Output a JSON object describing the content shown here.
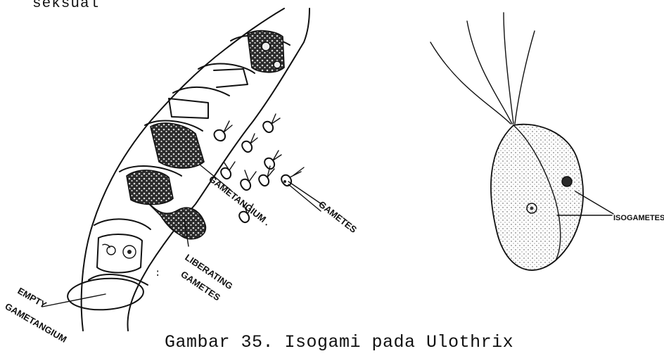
{
  "heading_fragment": "seksual",
  "caption": "Gambar 35. Isogami pada Ulothrix",
  "labels": {
    "gametes": "GAMETES",
    "gametangium": "GAMETANGIUM .",
    "liberating_1": "LIBERATING",
    "liberating_2": "GAMETES",
    "empty_1": "EMPTY",
    "empty_2": "GAMETANGIUM",
    "isogametes": "ISOGAMETES"
  }
}
